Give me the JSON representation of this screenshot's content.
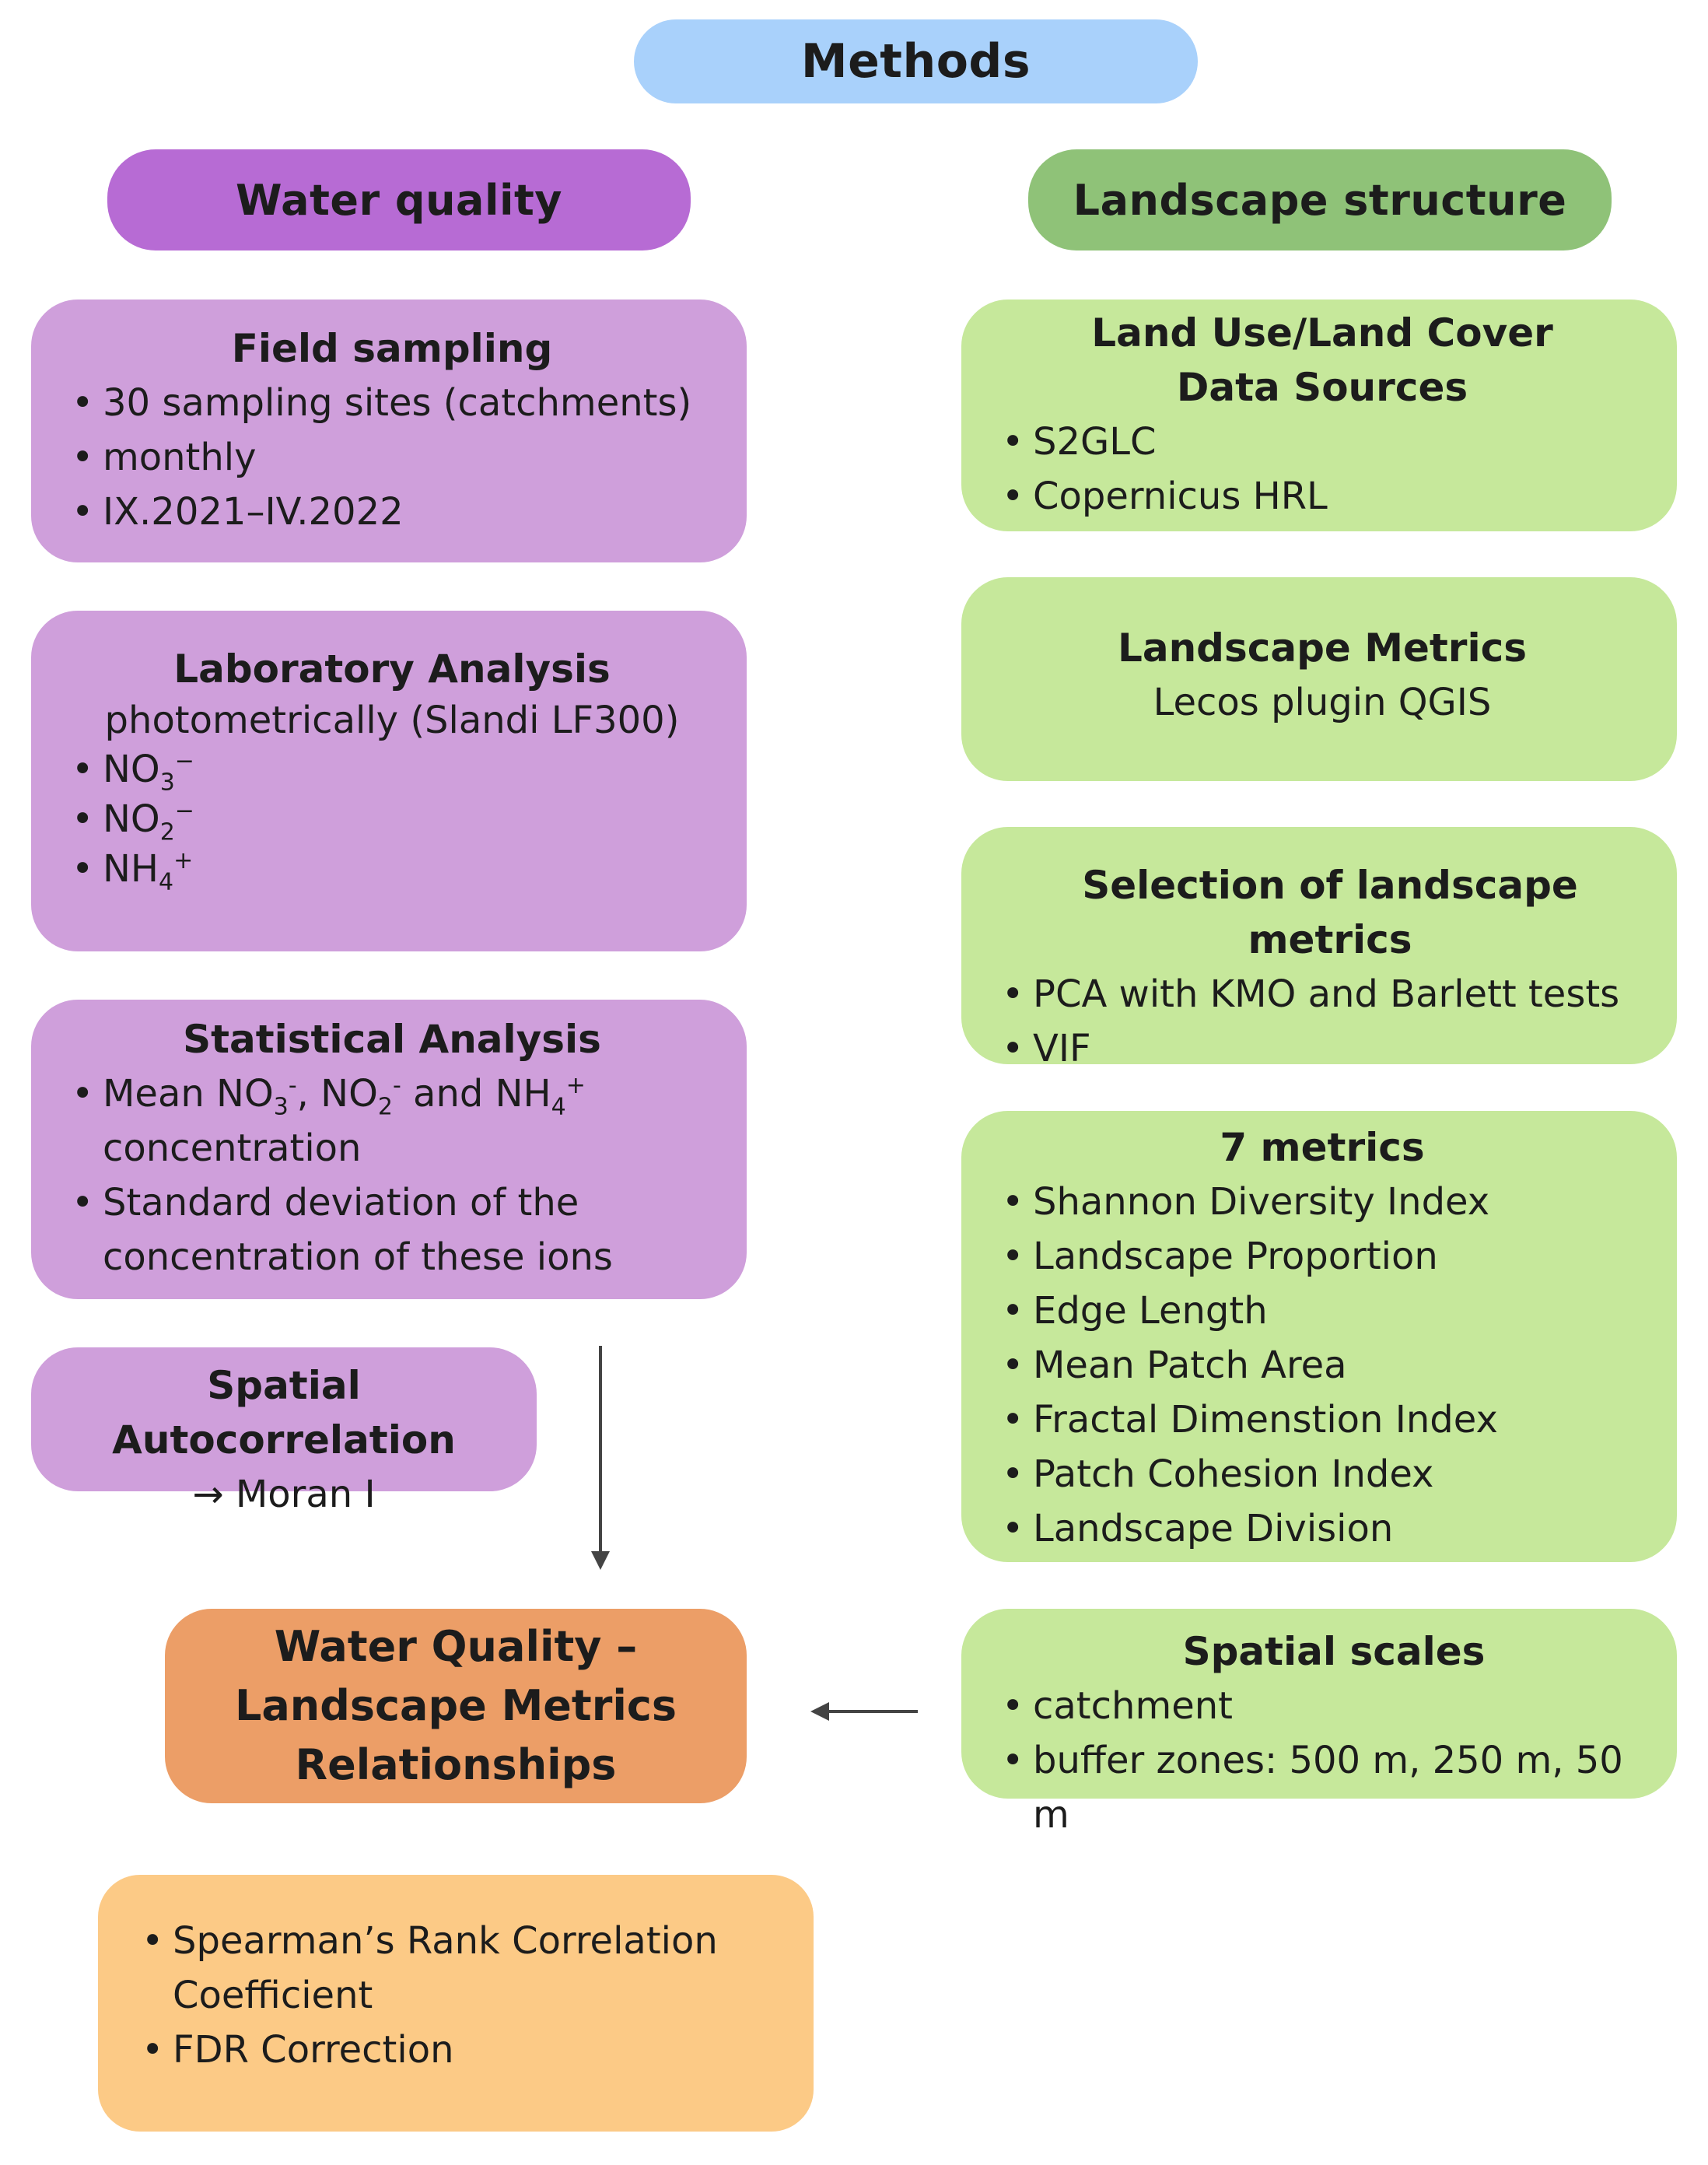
{
  "title": "Methods",
  "water_quality": {
    "header": "Water quality",
    "field_sampling": {
      "title": "Field sampling",
      "items": [
        "30 sampling sites (catchments)",
        "monthly",
        "IX.2021–IV.2022"
      ]
    },
    "lab_analysis": {
      "title": "Laboratory Analysis",
      "subtitle": "photometrically (Slandi LF300)",
      "ions": [
        {
          "base": "NO",
          "sub": "3",
          "sup": "−"
        },
        {
          "base": "NO",
          "sub": "2",
          "sup": "−"
        },
        {
          "base": "NH",
          "sub": "4",
          "sup": "+"
        }
      ]
    },
    "stat_analysis": {
      "title": "Statistical Analysis",
      "mean_prefix": "Mean NO",
      "mean_sub1": "3",
      "mean_sup1": "-",
      "mean_mid1": ", NO",
      "mean_sub2": "2",
      "mean_sup2": "-",
      "mean_mid2": " and NH",
      "mean_sub3": "4",
      "mean_sup3": "+",
      "mean_suffix": "concentration",
      "item2": "Standard deviation of the concentration of these ions"
    },
    "spatial_autocorrelation": {
      "title": "Spatial Autocorrelation",
      "subtitle": "→ Moran I"
    }
  },
  "landscape_structure": {
    "header": "Landscape structure",
    "lulc": {
      "title": "Land Use/Land Cover Data Sources",
      "items": [
        "S2GLC",
        "Copernicus HRL"
      ]
    },
    "metrics_tool": {
      "title": "Landscape Metrics",
      "subtitle": "Lecos plugin QGIS"
    },
    "selection": {
      "title": "Selection of landscape metrics",
      "items": [
        "PCA with KMO and Barlett tests",
        "VIF"
      ]
    },
    "seven_metrics": {
      "title": "7 metrics",
      "items": [
        "Shannon Diversity Index",
        "Landscape Proportion",
        "Edge Length",
        "Mean Patch Area",
        "Fractal Dimenstion Index",
        "Patch Cohesion Index",
        "Landscape Division"
      ]
    },
    "spatial_scales": {
      "title": "Spatial scales",
      "items": [
        "catchment",
        "buffer zones: 500 m, 250 m, 50 m"
      ]
    }
  },
  "relationships": {
    "title_line1": "Water Quality –",
    "title_line2": "Landscape Metrics",
    "title_line3": "Relationships"
  },
  "statistics": {
    "items": [
      "Spearman’s Rank Correlation Coefficient",
      "FDR Correction"
    ]
  },
  "colors": {
    "methods": "#a9d1fb",
    "water_quality_header": "#b76bd4",
    "water_quality_box": "#cf9fdb",
    "landscape_header": "#8fc278",
    "landscape_box": "#c6e89b",
    "relationships": "#ec9e67",
    "statistics": "#fcca86",
    "arrow": "#444444"
  }
}
